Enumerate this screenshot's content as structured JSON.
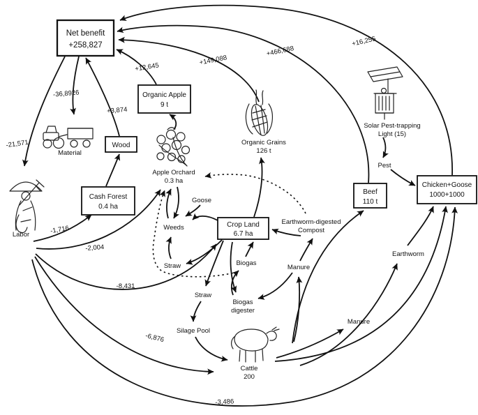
{
  "boxes": {
    "net_benefit": {
      "line1": "Net benefit",
      "line2": "+258,827"
    },
    "organic_apple": {
      "line1": "Organic Apple",
      "line2": "9 t"
    },
    "wood": {
      "line1": "Wood"
    },
    "cash_forest": {
      "line1": "Cash Forest",
      "line2": "0.4 ha"
    },
    "crop_land": {
      "line1": "Crop Land",
      "line2": "6.7 ha"
    },
    "beef": {
      "line1": "Beef",
      "line2": "110 t"
    },
    "chicken_goose": {
      "line1": "Chicken+Goose",
      "line2": "1000+1000"
    }
  },
  "labels": {
    "material": "Material",
    "labor": "Labor",
    "apple_orchard_1": "Apple Orchard",
    "apple_orchard_2": "0.3 ha",
    "organic_grains_1": "Organic Grains",
    "organic_grains_2": "126 t",
    "solar_light_1": "Solar Pest-trapping",
    "solar_light_2": "Light (15)",
    "pest": "Pest",
    "goose": "Goose",
    "weeds": "Weeds",
    "compost_1": "Earthworm-digested",
    "compost_2": "Compost",
    "straw_upper": "Straw",
    "straw_lower": "Straw",
    "biogas": "Biogas",
    "biogas_digester_1": "Biogas",
    "biogas_digester_2": "digester",
    "manure_upper": "Manure",
    "manure_lower": "Manure",
    "silage_pool": "Silage Pool",
    "cattle_1": "Cattle",
    "cattle_2": "200",
    "earthworm": "Earthworm"
  },
  "flow_values": {
    "chicken_goose_to_net_benefit": "+16,255",
    "beef_to_net_benefit": "+466,688",
    "organic_grains_to_net_benefit": "+149,088",
    "organic_apple_to_net_benefit": "+12,645",
    "wood_to_net_benefit": "+3,874",
    "net_benefit_to_material": "-36,8926",
    "net_benefit_to_labor": "-21,571",
    "labor_to_cash_forest": "-1,716",
    "labor_to_apple_orchard": "-2,004",
    "labor_to_crop_land": "-8,431",
    "labor_to_cattle": "-6,876",
    "labor_to_chicken_goose": "-3,486"
  },
  "colors": {
    "ink": "#111111",
    "background": "#ffffff"
  }
}
